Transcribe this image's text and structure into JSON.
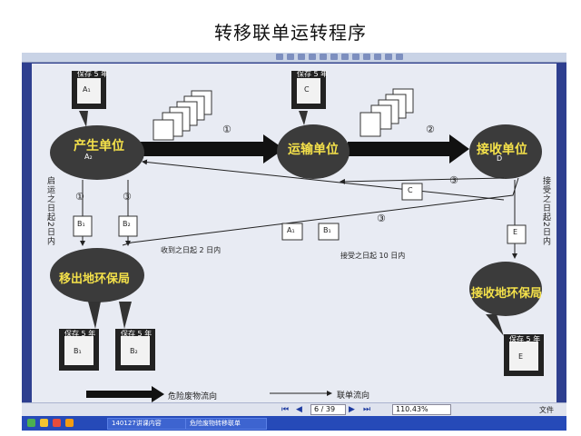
{
  "slide_title": "转移联单运转程序",
  "units": {
    "producer": "产生单位",
    "transporter": "运输单位",
    "receiver": "接收单位",
    "export_epb": "移出地环保局",
    "receive_epb": "接收地环保局"
  },
  "docs": {
    "keep5": "保存 5 年",
    "a1": "A₁",
    "a2": "A₂",
    "b1": "B₁",
    "b2": "B₂",
    "c": "C",
    "d": "D",
    "e": "E"
  },
  "flow_labels": {
    "start_2days": "启运之日起2日内",
    "received_2days": "收到之日起 2 日内",
    "accepted_10days": "接受之日起 10 日内",
    "accepted_2days": "接受之日起2日内"
  },
  "markers": {
    "one": "①",
    "two": "②",
    "three": "③"
  },
  "legend": {
    "waste_flow": "危险废物流向",
    "manifest_flow": "联单流向"
  },
  "viewer": {
    "page": "6 / 39",
    "zoom": "110.43%",
    "right_label": "文件"
  },
  "taskbar": {
    "task1": "140127讲课内容",
    "task2": "危险废物转移联单"
  },
  "colors": {
    "ellipse": "#3b3b3b",
    "bubble_text": "#f4e14a",
    "screen_bg": "#2e3f8f"
  }
}
